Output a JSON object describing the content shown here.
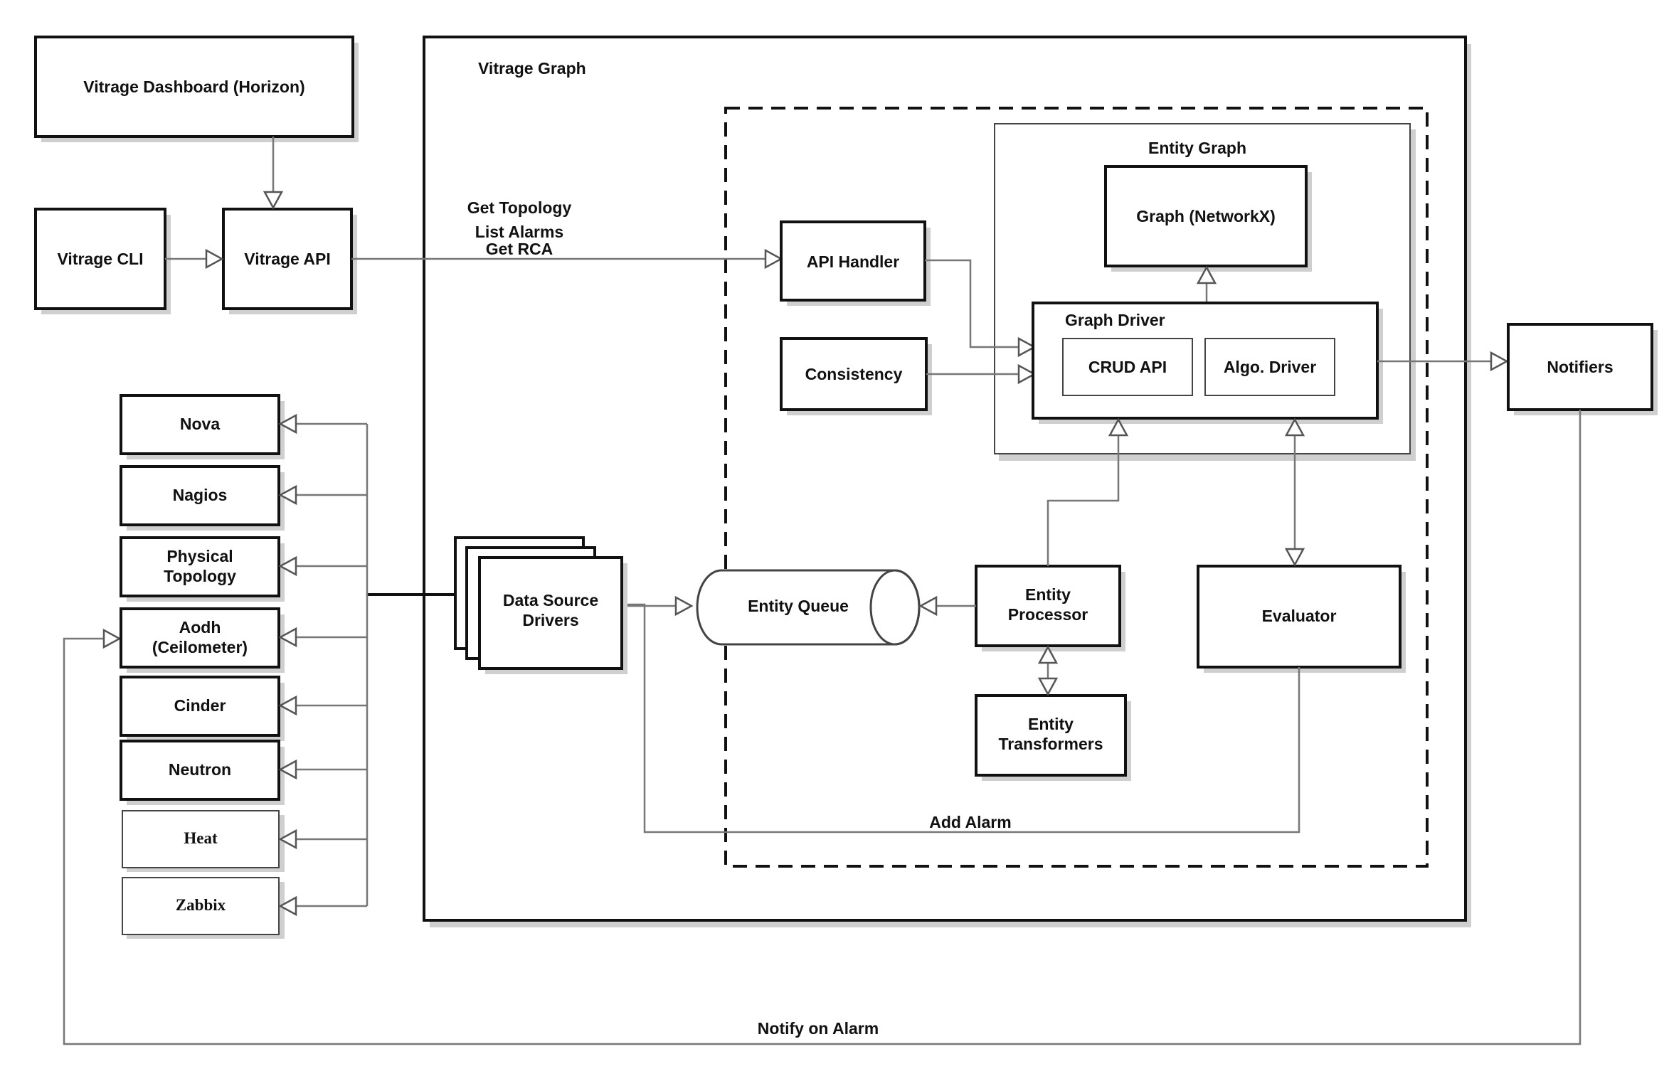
{
  "labels": {
    "vitrage_graph": "Vitrage Graph",
    "entity_graph": "Entity Graph",
    "graph_driver": "Graph Driver",
    "get_topology": "Get Topology",
    "list_alarms": "List Alarms",
    "get_rca": "Get RCA",
    "add_alarm": "Add Alarm",
    "notify_on_alarm": "Notify on Alarm"
  },
  "nodes": {
    "dashboard": "Vitrage Dashboard (Horizon)",
    "cli": "Vitrage CLI",
    "api": "Vitrage API",
    "api_handler": "API Handler",
    "consistency": "Consistency",
    "graph_networkx": "Graph (NetworkX)",
    "crud_api": "CRUD API",
    "algo_driver": "Algo. Driver",
    "notifiers": "Notifiers",
    "ds_drivers_1": "Data Source",
    "ds_drivers_2": "Drivers",
    "entity_queue": "Entity Queue",
    "entity_processor_1": "Entity",
    "entity_processor_2": "Processor",
    "entity_transformers_1": "Entity",
    "entity_transformers_2": "Transformers",
    "evaluator": "Evaluator"
  },
  "datasources": {
    "nova": "Nova",
    "nagios": "Nagios",
    "physical_1": "Physical",
    "physical_2": "Topology",
    "aodh_1": "Aodh",
    "aodh_2": "(Ceilometer)",
    "cinder": "Cinder",
    "neutron": "Neutron",
    "heat": "Heat",
    "zabbix": "Zabbix"
  }
}
